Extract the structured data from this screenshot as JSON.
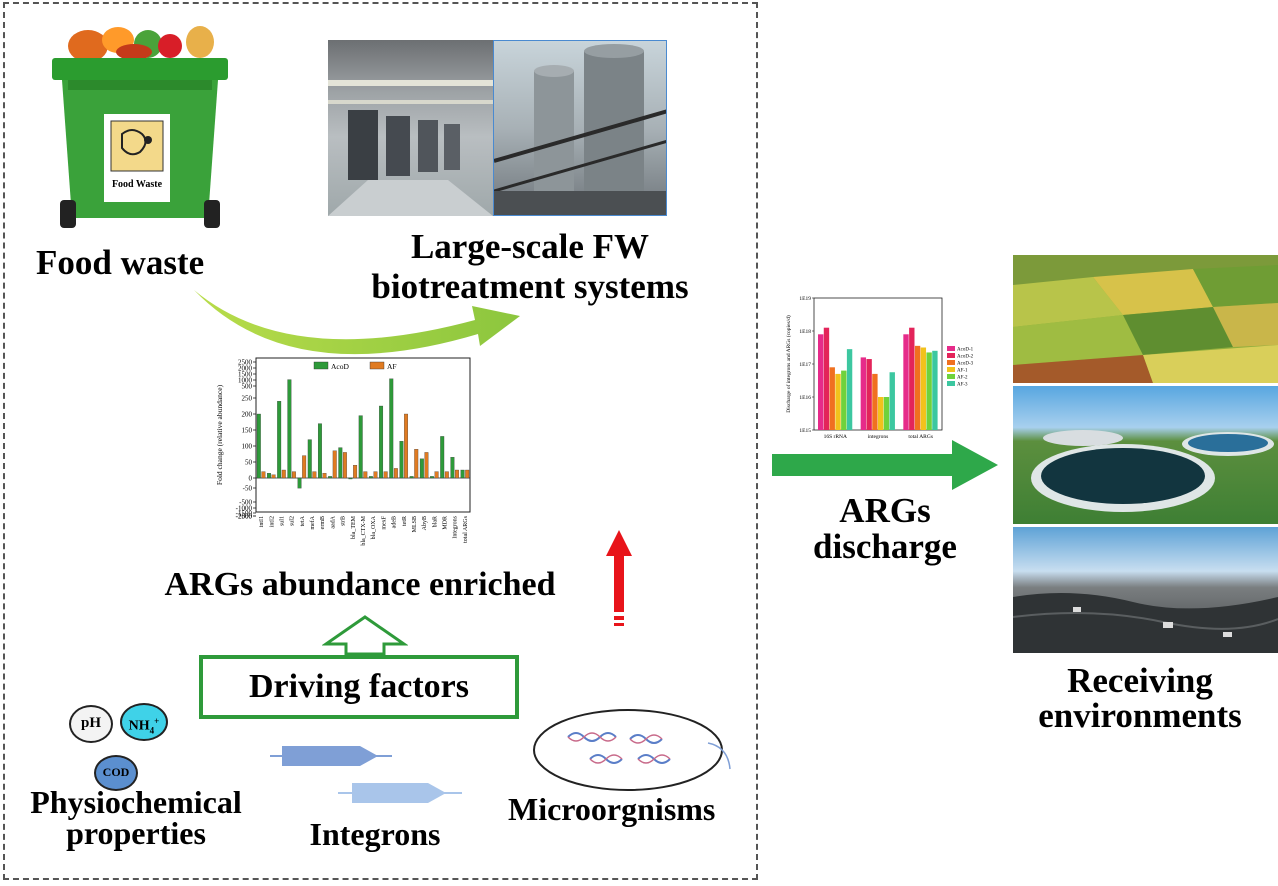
{
  "labels": {
    "food_waste": "Food waste",
    "bin_sign": "Food Waste",
    "systems_line1": "Large-scale FW",
    "systems_line2": "biotreatment systems",
    "args_enriched": "ARGs abundance enriched",
    "driving_factors": "Driving factors",
    "ph": "pH",
    "nh4": "NH",
    "nh4_sub": "4",
    "nh4_sup": "+",
    "cod": "COD",
    "physio_line1": "Physiochemical",
    "physio_line2": "properties",
    "integrons": "Integrons",
    "microorganisms": "Microorgnisms",
    "discharge_line1": "ARGs",
    "discharge_line2": "discharge",
    "receiving_line1": "Receiving",
    "receiving_line2": "environments"
  },
  "colors": {
    "green": "#2e9a3a",
    "orange": "#e07b22",
    "red_arrow": "#e8141a",
    "frame": "#555555"
  },
  "chart_data": [
    {
      "type": "bar",
      "ylabel": "Fold change (relative abundance)",
      "y_ticks": [
        "2500",
        "2000",
        "1500",
        "1000",
        "500",
        "250",
        "200",
        "150",
        "100",
        "50",
        "0",
        "-50",
        "-500",
        "-1000",
        "-1500",
        "-2000",
        "-2500"
      ],
      "categories": [
        "intI1",
        "intI2",
        "sul1",
        "sul2",
        "tetA",
        "mefA",
        "ermB",
        "aadA",
        "strB",
        "bla_TEM",
        "bla_CTX-M",
        "bla_OXA",
        "mexF",
        "adeB",
        "tetR",
        "MLSB",
        "AbyB",
        "blaR",
        "MDR",
        "Integrons",
        "total ARGs"
      ],
      "series": [
        {
          "name": "AcoD",
          "values": [
            200,
            15,
            240,
            1400,
            -60,
            120,
            170,
            5,
            95,
            -5,
            195,
            5,
            225,
            1450,
            115,
            5,
            60,
            5,
            130,
            65,
            25
          ]
        },
        {
          "name": "AF",
          "values": [
            20,
            10,
            25,
            20,
            70,
            20,
            15,
            85,
            80,
            40,
            20,
            20,
            20,
            30,
            200,
            90,
            80,
            20,
            20,
            25,
            25
          ]
        }
      ],
      "legend": "top"
    },
    {
      "type": "bar",
      "ylabel": "Discharge of integrons and ARGs (copies/d)",
      "y_ticks": [
        "1E19",
        "1E18",
        "1E17",
        "1E16",
        "1E15"
      ],
      "log_scale": true,
      "ylim": [
        15,
        19
      ],
      "categories": [
        "16S rRNA",
        "integrons",
        "total ARGs"
      ],
      "series": [
        {
          "name": "AcoD-1",
          "values": [
            17.9,
            17.2,
            17.9
          ]
        },
        {
          "name": "AcoD-2",
          "values": [
            18.1,
            17.15,
            18.1
          ]
        },
        {
          "name": "AcoD-3",
          "values": [
            16.9,
            16.7,
            17.55
          ]
        },
        {
          "name": "AF-1",
          "values": [
            16.7,
            16.0,
            17.5
          ]
        },
        {
          "name": "AF-2",
          "values": [
            16.8,
            16.0,
            17.35
          ]
        },
        {
          "name": "AF-3",
          "values": [
            17.45,
            16.75,
            17.4
          ]
        }
      ],
      "series_colors": [
        "#e62b8a",
        "#e3245a",
        "#f07020",
        "#f2c21c",
        "#6fd23c",
        "#3cc7a0"
      ],
      "legend": "right"
    }
  ]
}
